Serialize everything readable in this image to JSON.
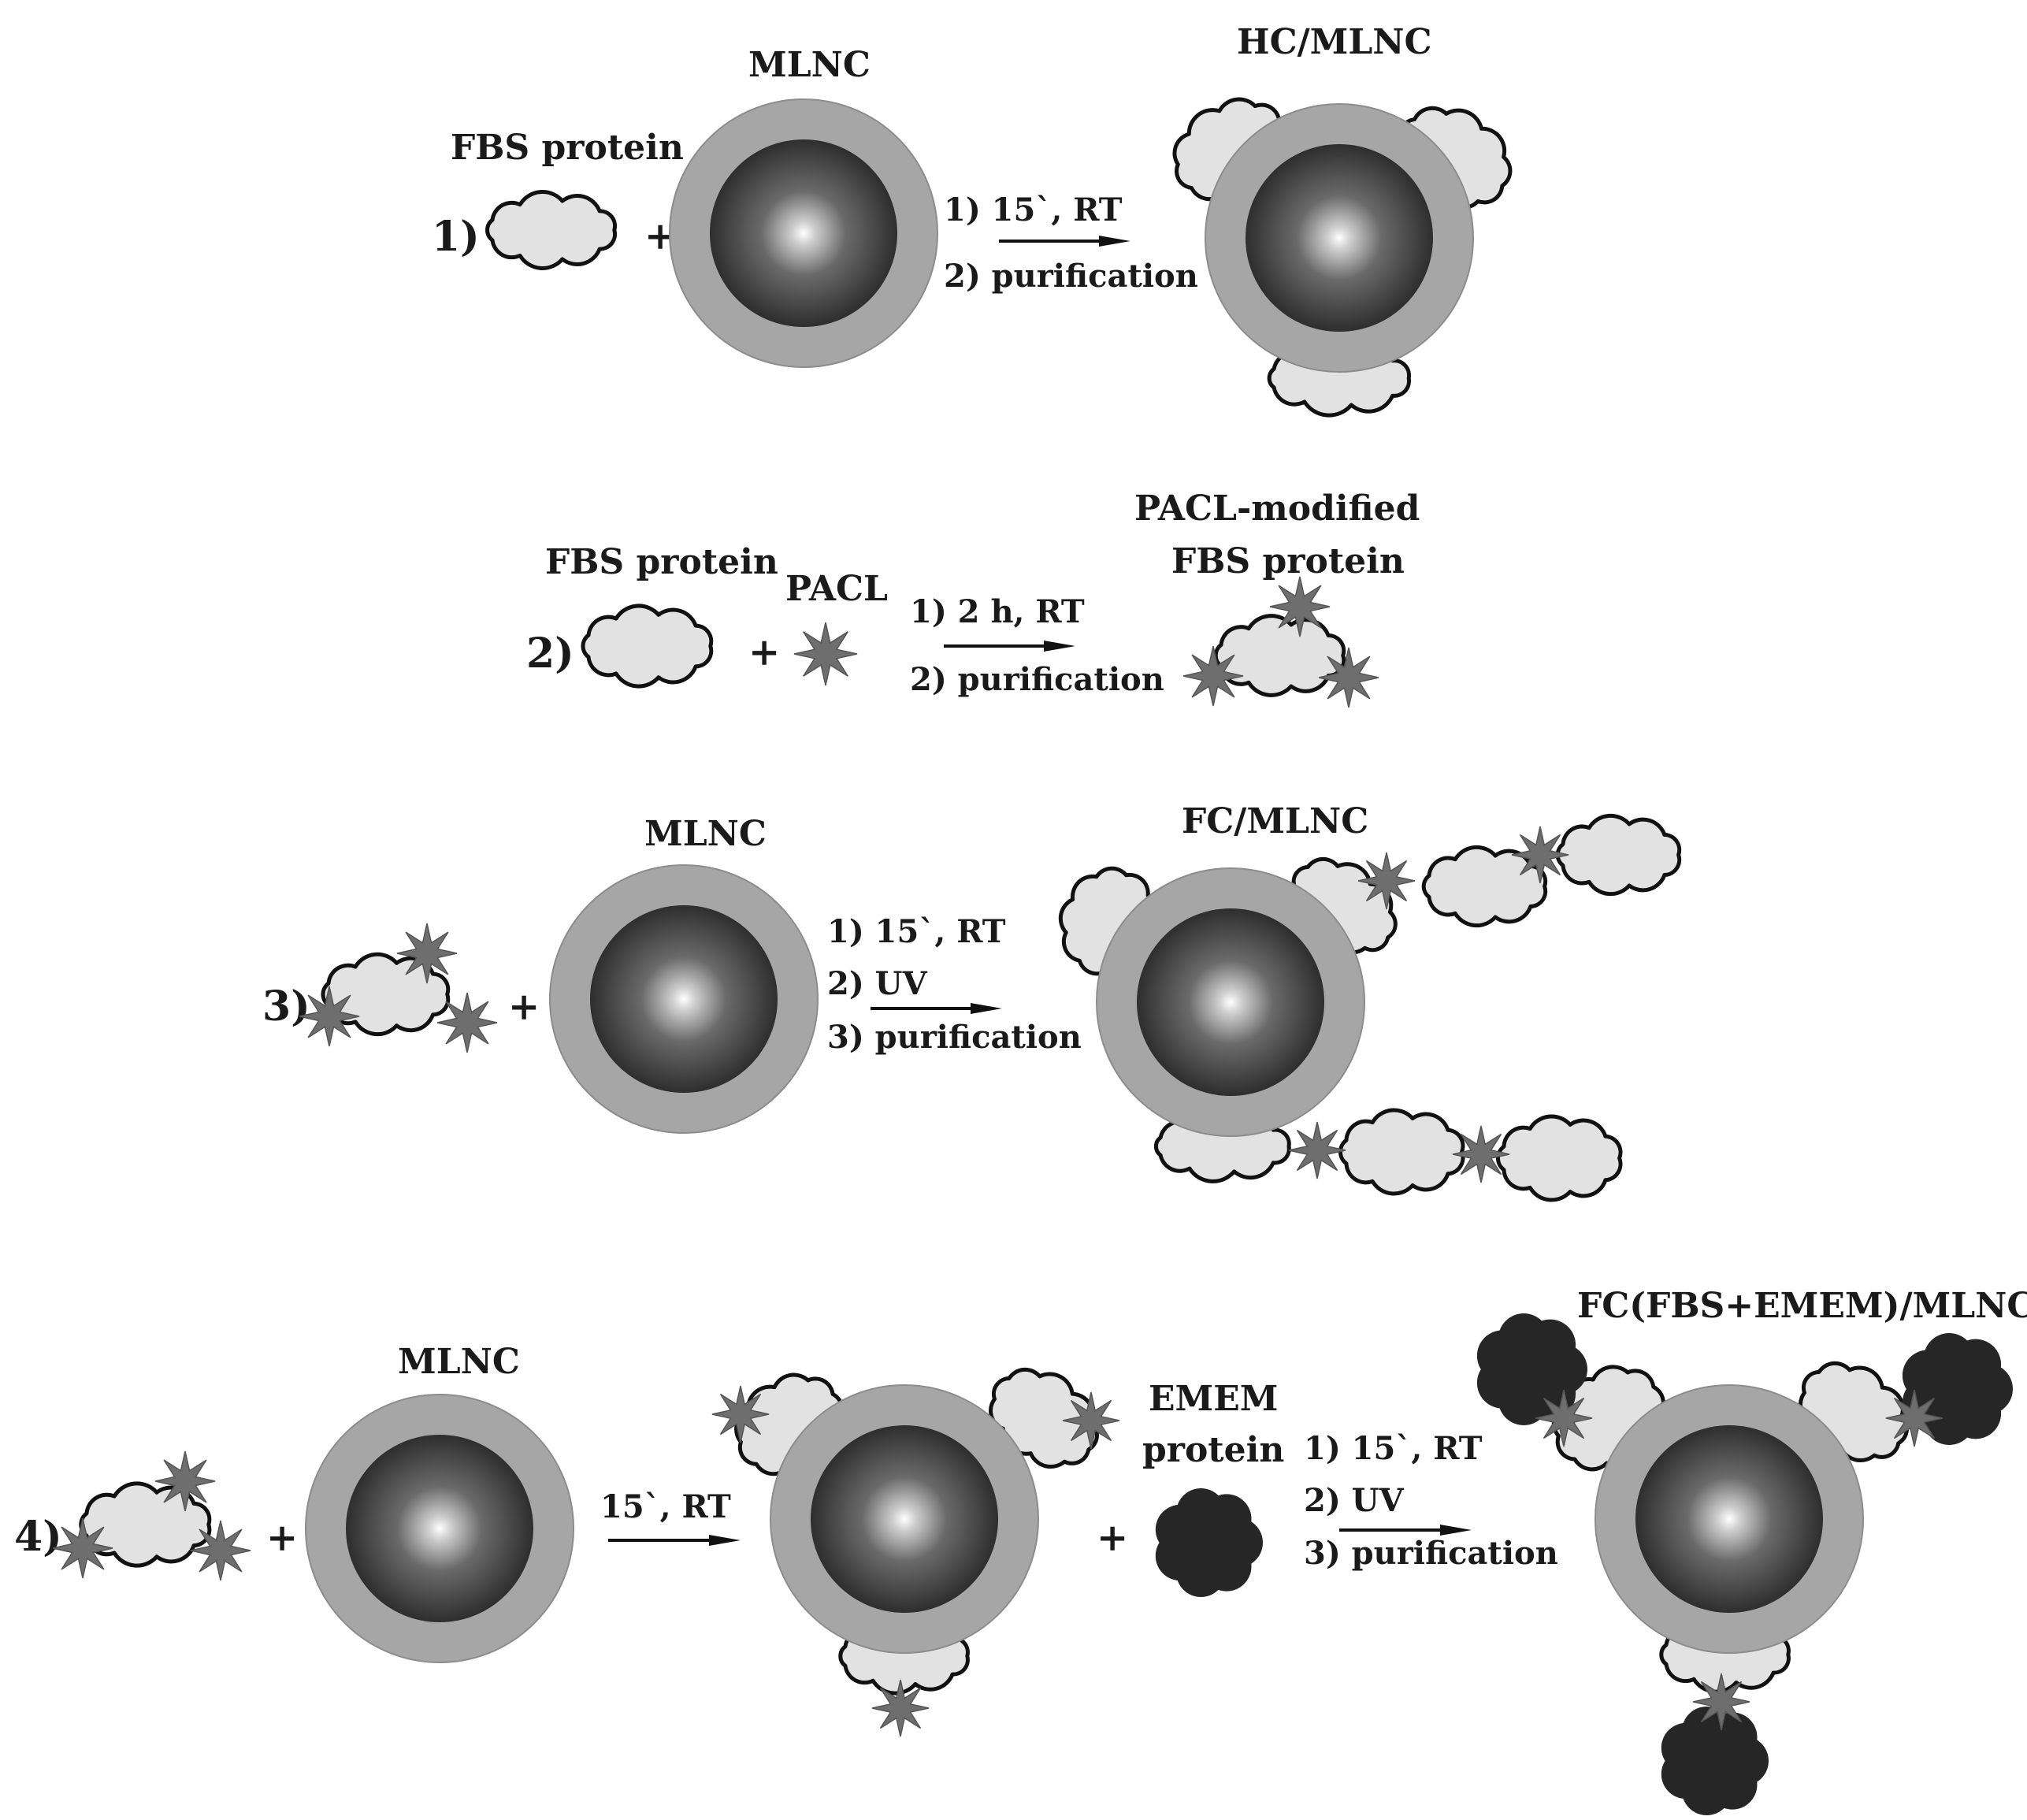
{
  "colors": {
    "shell": "#a6a6a6",
    "core_dark": "#2e2e2e",
    "core_highlight": "#ffffff",
    "cloud_fill": "#e2e2e2",
    "outline": "#111111",
    "star": "#6e6e6e",
    "emem_fill": "#262626",
    "text": "#1a1a1a"
  },
  "icons": [
    "mlnc-particle-icon",
    "fbs-protein-cloud-icon",
    "pacl-star-icon",
    "emem-protein-flower-icon",
    "reaction-arrow-icon"
  ],
  "steps": [
    {
      "number": "1)",
      "reactant_label": "FBS protein",
      "mlnc_label": "MLNC",
      "plus": "+",
      "conditions": [
        "1) 15`, RT",
        "2) purification"
      ],
      "product_label": "HC/MLNC"
    },
    {
      "number": "2)",
      "reactant_label": "FBS protein",
      "plus": "+",
      "reagent_label": "PACL",
      "conditions": [
        "1) 2 h, RT",
        "2) purification"
      ],
      "product_label_line1": "PACL-modified",
      "product_label_line2": "FBS protein"
    },
    {
      "number": "3)",
      "plus": "+",
      "mlnc_label": "MLNC",
      "conditions": [
        "1) 15`, RT",
        "2) UV",
        "3) purification"
      ],
      "product_label": "FC/MLNC"
    },
    {
      "number": "4)",
      "plus": "+",
      "mlnc_label": "MLNC",
      "condition_first": "15`, RT",
      "plus_second": "+",
      "emem_label_line1": "EMEM",
      "emem_label_line2": "protein",
      "conditions": [
        "1) 15`, RT",
        "2) UV",
        "3) purification"
      ],
      "product_label": "FC(FBS+EMEM)/MLNC"
    }
  ]
}
